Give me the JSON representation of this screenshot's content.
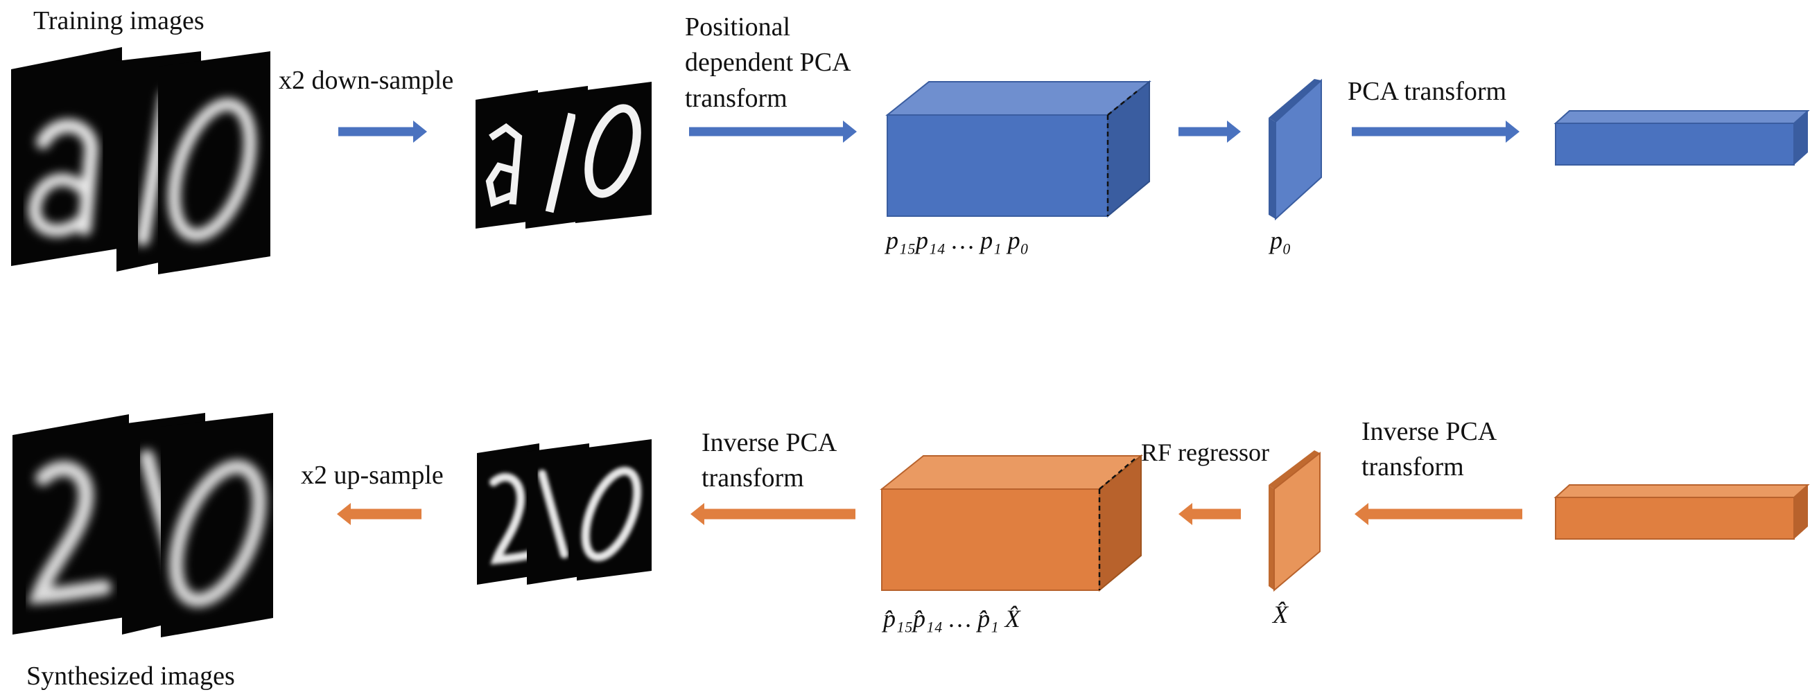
{
  "labels": {
    "training_images": "Training images",
    "downsample": "x2 down-sample",
    "pos_pca": "Positional\ndependent PCA\ntransform",
    "pca_transform": "PCA transform",
    "synthesized_images": "Synthesized images",
    "upsample": "x2 up-sample",
    "inverse_pca_left": "Inverse PCA\ntransform",
    "rf_regressor": "RF regressor",
    "inverse_pca_right": "Inverse PCA\ntransform"
  },
  "math": {
    "top_cube": "p₁₅p₁₄      …       p₁ p₀",
    "top_slab": "p₀",
    "bottom_cube": "p̂₁₅p̂₁₄      …       p̂₁ X̂",
    "bottom_slab": "X̂"
  },
  "digits": {
    "top_large": [
      "a",
      "/",
      "0"
    ],
    "top_small": [
      "a",
      "/",
      "0"
    ],
    "bottom_large": [
      "2",
      "\\",
      "0"
    ],
    "bottom_small": [
      "2",
      "\\",
      "0"
    ]
  },
  "colors": {
    "blue": "#4a72bf",
    "blue_top": "#6f8fcf",
    "blue_side": "#3a5da0",
    "orange": "#e07f40",
    "orange_top": "#ea9a62",
    "orange_side": "#b8622c",
    "image_bg": "#050505"
  }
}
